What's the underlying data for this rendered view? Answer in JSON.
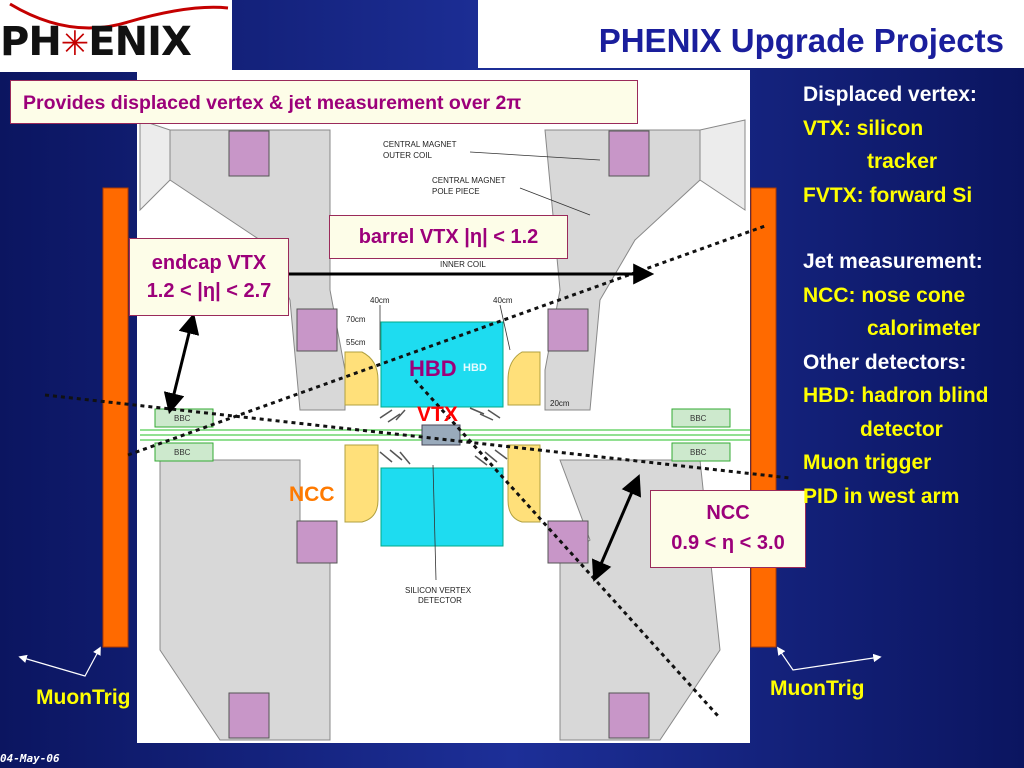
{
  "logo": {
    "text_left": "PH",
    "text_right": "ENIX"
  },
  "title": "PHENIX Upgrade Projects",
  "top_callout": "Provides displaced vertex & jet measurement over 2π",
  "barrel_callout": "barrel VTX |η| < 1.2",
  "endcap_callout": {
    "line1": "endcap VTX",
    "line2": "1.2 < |η| < 2.7"
  },
  "ncc_callout": {
    "line1": "NCC",
    "line2": "0.9 < η < 3.0"
  },
  "labels": {
    "hbd": "HBD",
    "vtx": "VTX",
    "ncc": "NCC",
    "muontrig_left": "MuonTrig",
    "muontrig_right": "MuonTrig"
  },
  "diagram_text": {
    "central_magnet_outer_coil_1": "CENTRAL MAGNET",
    "central_magnet_outer_coil_2": "OUTER COIL",
    "central_magnet_pole_piece_1": "CENTRAL MAGNET",
    "central_magnet_pole_piece_2": "POLE PIECE",
    "inner_coil": "INNER COIL",
    "dim_40cm_left": "40cm",
    "dim_40cm_right": "40cm",
    "dim_70cm": "70cm",
    "dim_55cm": "55cm",
    "dim_20cm": "20cm",
    "hbd_box_text": "HBD",
    "bbc": "BBC",
    "svd_1": "SILICON VERTEX",
    "svd_2": "DETECTOR"
  },
  "right_panel": {
    "displaced_vertex": "Displaced vertex:",
    "vtx_1": "VTX: silicon",
    "vtx_2": "tracker",
    "fvtx": "FVTX: forward Si",
    "jet_measurement": "Jet measurement:",
    "ncc_1": "NCC: nose cone",
    "ncc_2": "calorimeter",
    "other_detectors": "Other detectors:",
    "hbd_1": "HBD: hadron blind",
    "hbd_2": "detector",
    "muon_trigger": "Muon trigger",
    "pid": "PID in west arm"
  },
  "footer_date": "04-May-06",
  "colors": {
    "background": "#1d2f98",
    "title": "#1a1e9c",
    "callout_text": "#9c007a",
    "label_yellow": "#ffff00",
    "label_orange": "#ff7a00",
    "vtx_red": "#ff0000",
    "muon_bar": "#ff6a00",
    "magnet_gray": "#d8d8d8",
    "pink_block": "#c896c8",
    "cyan_detector": "#1edcf0",
    "ncc_yellow": "#ffe07a"
  }
}
